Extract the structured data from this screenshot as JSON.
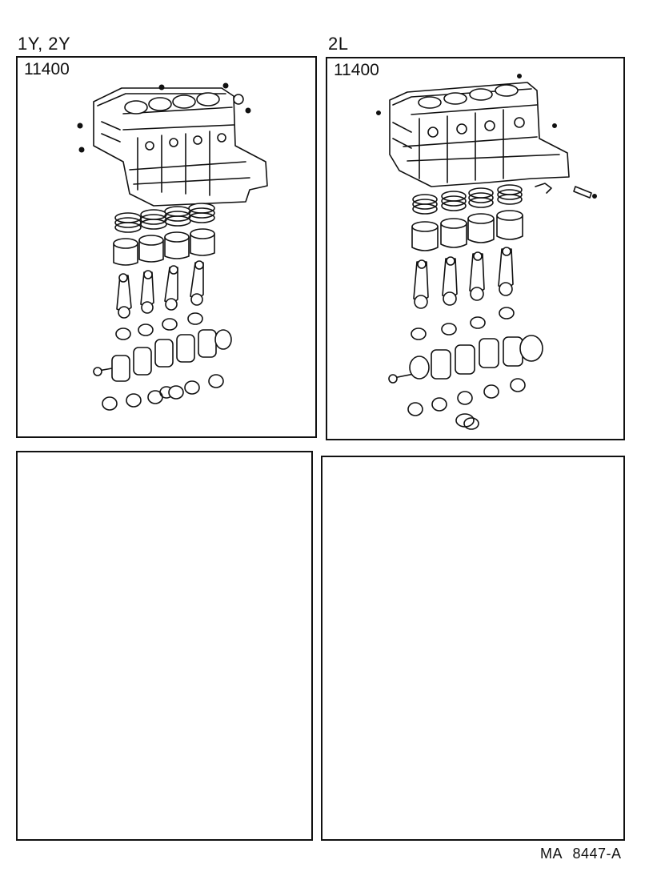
{
  "engines": {
    "left": {
      "label": "1Y, 2Y",
      "part_code": "11400"
    },
    "right": {
      "label": "2L",
      "part_code": "11400"
    }
  },
  "footer": {
    "reference": "MA 8447-A"
  }
}
